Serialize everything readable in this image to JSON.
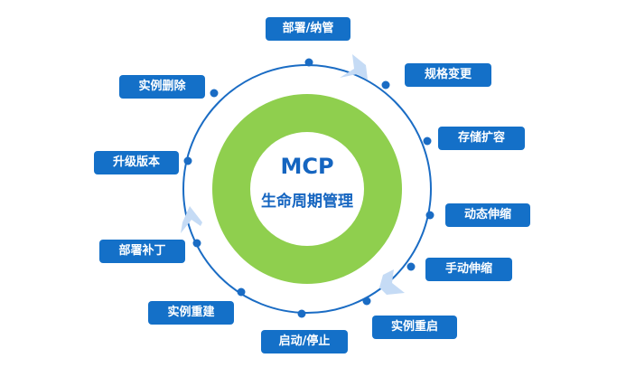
{
  "center": {
    "title": "MCP",
    "subtitle": "生命周期管理"
  },
  "stages": [
    {
      "label": "部署/纳管"
    },
    {
      "label": "规格变更"
    },
    {
      "label": "存储扩容"
    },
    {
      "label": "动态伸缩"
    },
    {
      "label": "手动伸缩"
    },
    {
      "label": "实例重启"
    },
    {
      "label": "启动/停止"
    },
    {
      "label": "实例重建"
    },
    {
      "label": "部署补丁"
    },
    {
      "label": "升级版本"
    },
    {
      "label": "实例删除"
    }
  ],
  "colors": {
    "ring": "#8fcf4e",
    "accent": "#1470c8",
    "arrow": "#c5dbf5"
  }
}
